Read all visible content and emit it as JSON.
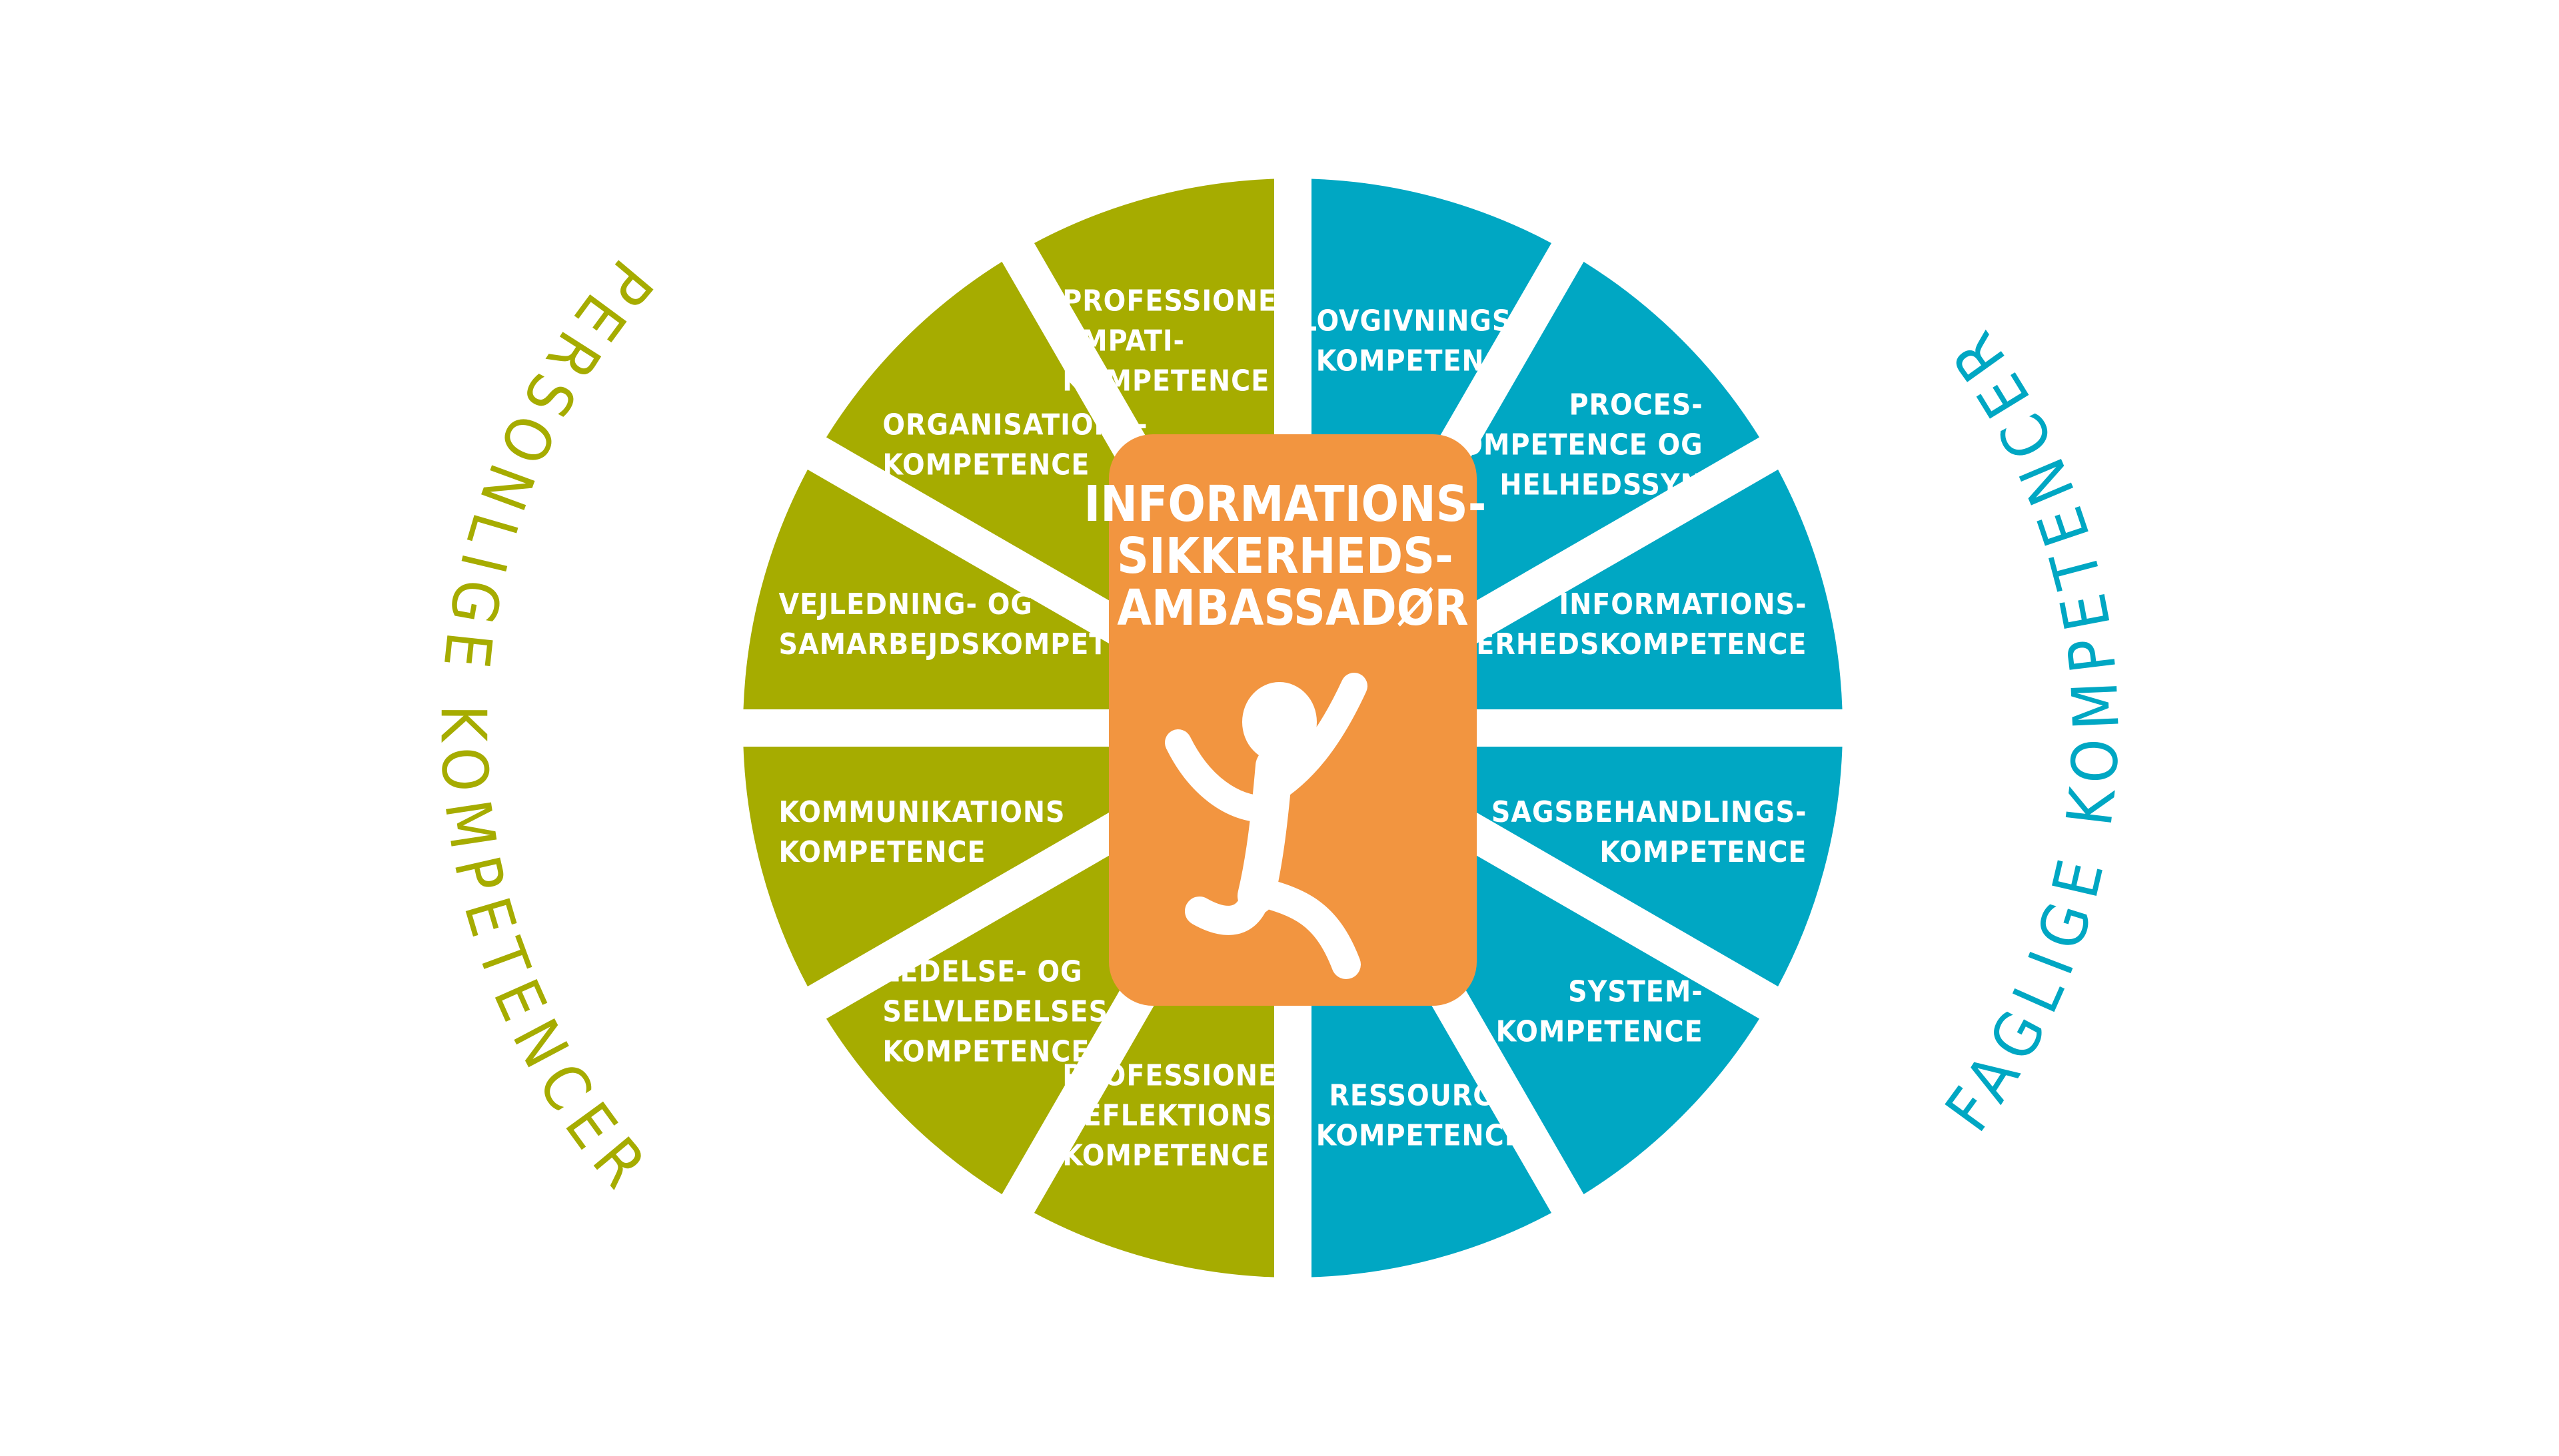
{
  "colors": {
    "personal": "#a6ac00",
    "professional": "#00a7c3",
    "center": "#f29540",
    "segment_text": "#ffffff",
    "figure": "#ffffff",
    "background": "#ffffff"
  },
  "center": {
    "title_lines": [
      "INFORMATIONS-",
      "SIKKERHEDS-",
      "AMBASSADØR"
    ],
    "icon": "jumping-person-icon"
  },
  "groups": {
    "personal_title": "PERSONLIGE KOMPETENCER",
    "professional_title": "FAGLIGE KOMPETENCER"
  },
  "segments": [
    {
      "id": "lovgivning",
      "group": "professional",
      "lines": [
        "LOVGIVNINGS-",
        "KOMPETENCE"
      ]
    },
    {
      "id": "proces",
      "group": "professional",
      "lines": [
        "PROCES-",
        "KOMPETENCE OG",
        "HELHEDSSYN"
      ]
    },
    {
      "id": "informationssikkerhed",
      "group": "professional",
      "lines": [
        "INFORMATIONS-",
        "SIKKERHEDSKOMPETENCE"
      ]
    },
    {
      "id": "sagsbehandling",
      "group": "professional",
      "lines": [
        "SAGSBEHANDLINGS-",
        "KOMPETENCE"
      ]
    },
    {
      "id": "system",
      "group": "professional",
      "lines": [
        "SYSTEM-",
        "KOMPETENCE"
      ]
    },
    {
      "id": "ressource",
      "group": "professional",
      "lines": [
        "RESSOURCE-",
        "KOMPETENCE"
      ]
    },
    {
      "id": "professionel-refleksion",
      "group": "personal",
      "lines": [
        "PROFESSIONEL",
        "REFLEKTIONS-",
        "KOMPETENCE"
      ]
    },
    {
      "id": "ledelse",
      "group": "personal",
      "lines": [
        "LEDELSE- OG",
        "SELVLEDELSES-",
        "KOMPETENCE"
      ]
    },
    {
      "id": "kommunikation",
      "group": "personal",
      "lines": [
        "KOMMUNIKATIONS",
        "KOMPETENCE"
      ]
    },
    {
      "id": "vejledning",
      "group": "personal",
      "lines": [
        "VEJLEDNING- OG",
        "SAMARBEJDSKOMPETENCE"
      ]
    },
    {
      "id": "organisation",
      "group": "personal",
      "lines": [
        "ORGANISATIONS-",
        "KOMPETENCE"
      ]
    },
    {
      "id": "professionel-empati",
      "group": "personal",
      "lines": [
        "PROFESSIONEL",
        "EMPATI-",
        "KOMPETENCE"
      ]
    }
  ]
}
